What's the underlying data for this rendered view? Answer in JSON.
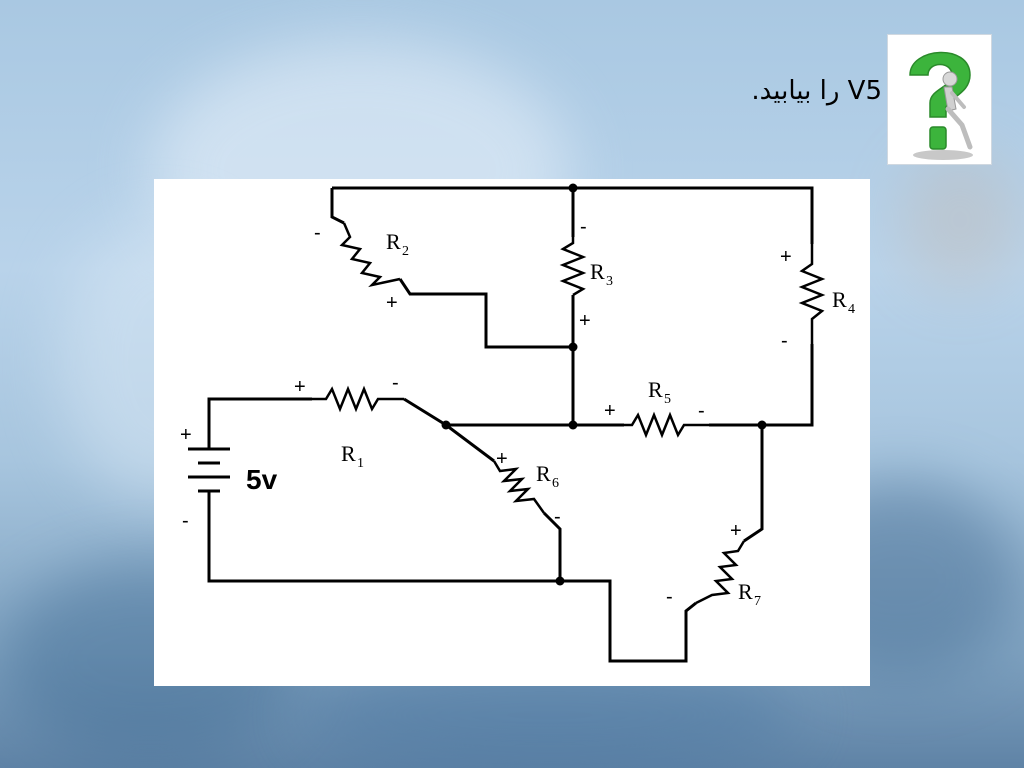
{
  "slide": {
    "title": "V5 را بیابید."
  },
  "circuit": {
    "source_label": "5v",
    "resistors": [
      {
        "name": "R",
        "index": "1"
      },
      {
        "name": "R",
        "index": "2"
      },
      {
        "name": "R",
        "index": "3"
      },
      {
        "name": "R",
        "index": "4"
      },
      {
        "name": "R",
        "index": "5"
      },
      {
        "name": "R",
        "index": "6"
      },
      {
        "name": "R",
        "index": "7"
      }
    ],
    "plus": "+",
    "minus": "-"
  },
  "colors": {
    "wire": "#000000",
    "question_mark": "#3cb43c"
  },
  "icons": [
    "question-mark-figure-icon"
  ]
}
